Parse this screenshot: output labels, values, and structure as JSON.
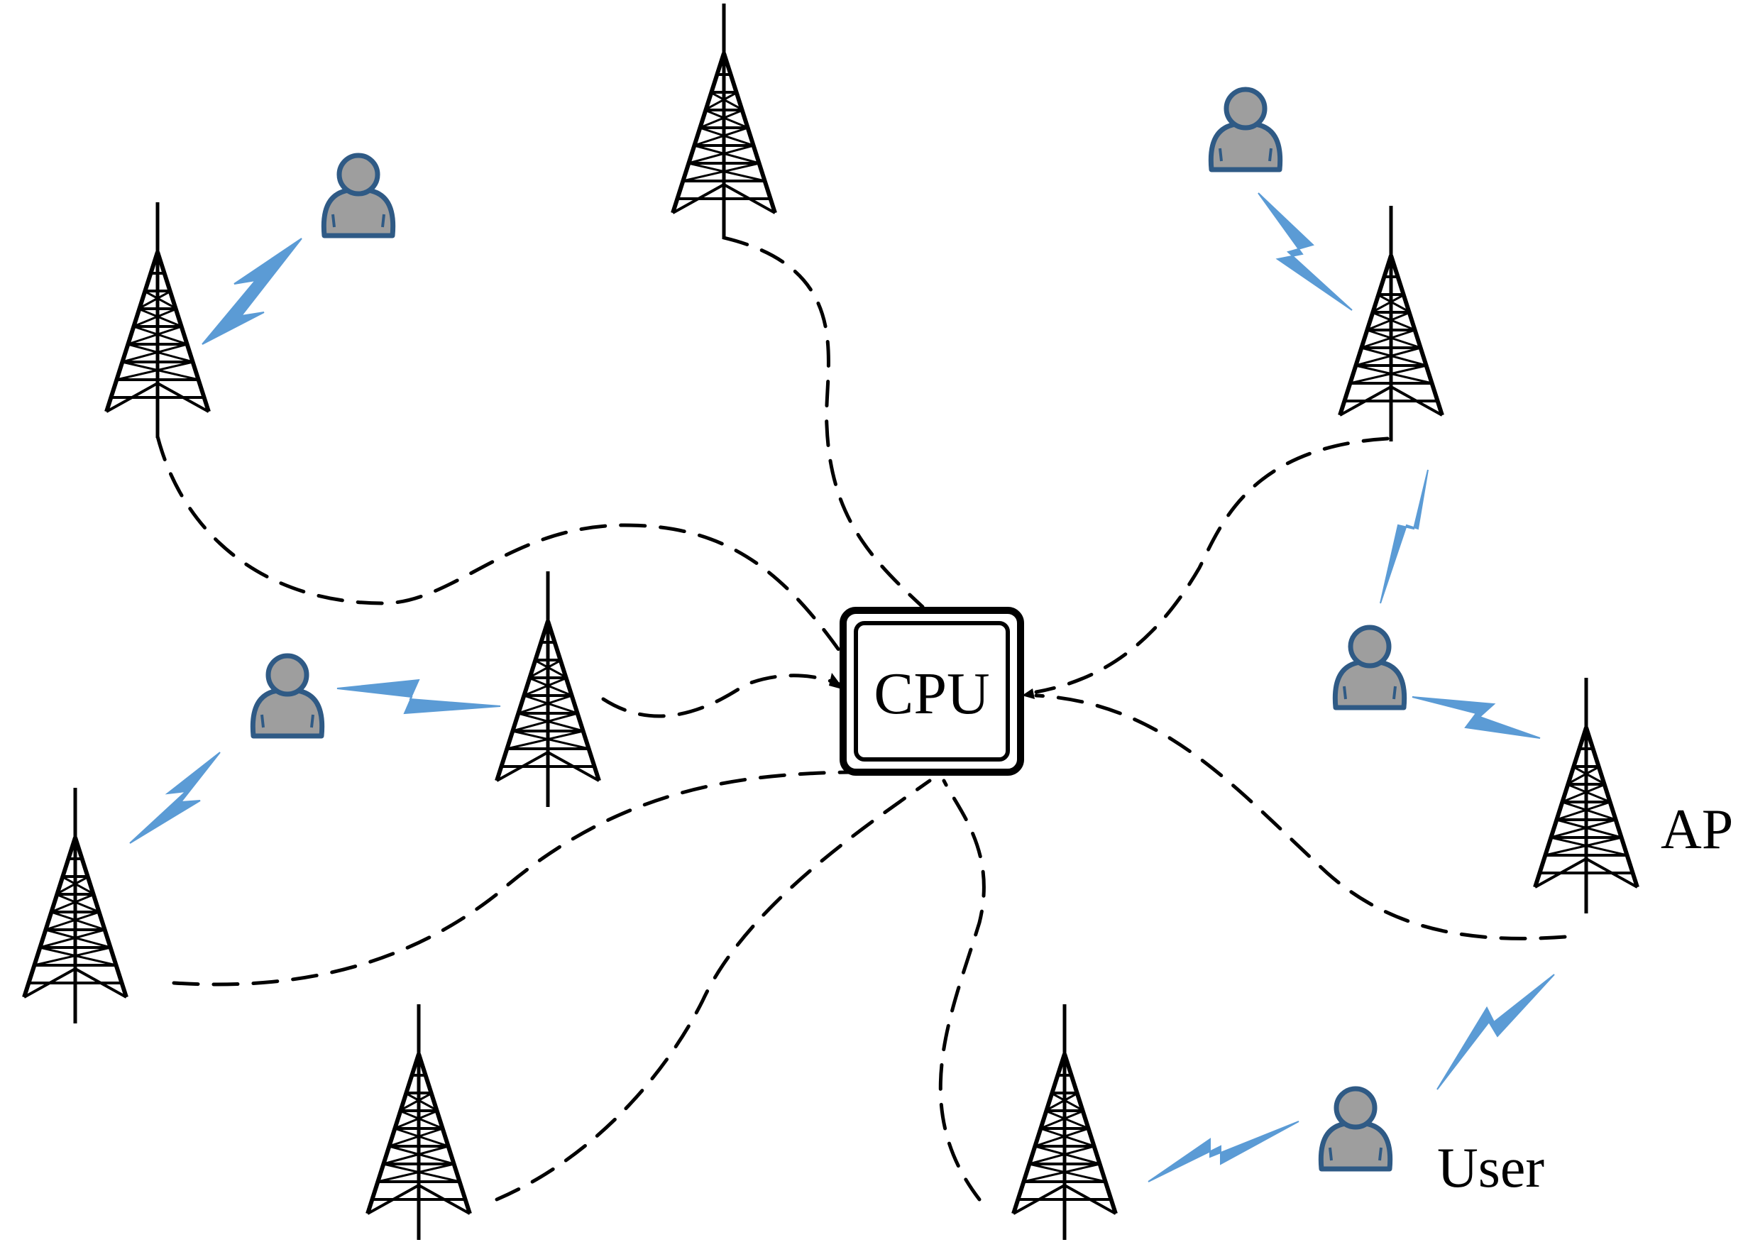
{
  "cpu": {
    "label": "CPU"
  },
  "labels": {
    "ap": "AP",
    "user": "User"
  },
  "colors": {
    "wireless": "#5b9bd5",
    "user_body": "#9e9e9e",
    "user_outline": "#2f5a85",
    "line": "#000000"
  },
  "icons": {
    "access_point": "tower-icon",
    "user": "user-icon",
    "wireless_link": "lightning-bolt-icon",
    "processor": "cpu-box"
  }
}
